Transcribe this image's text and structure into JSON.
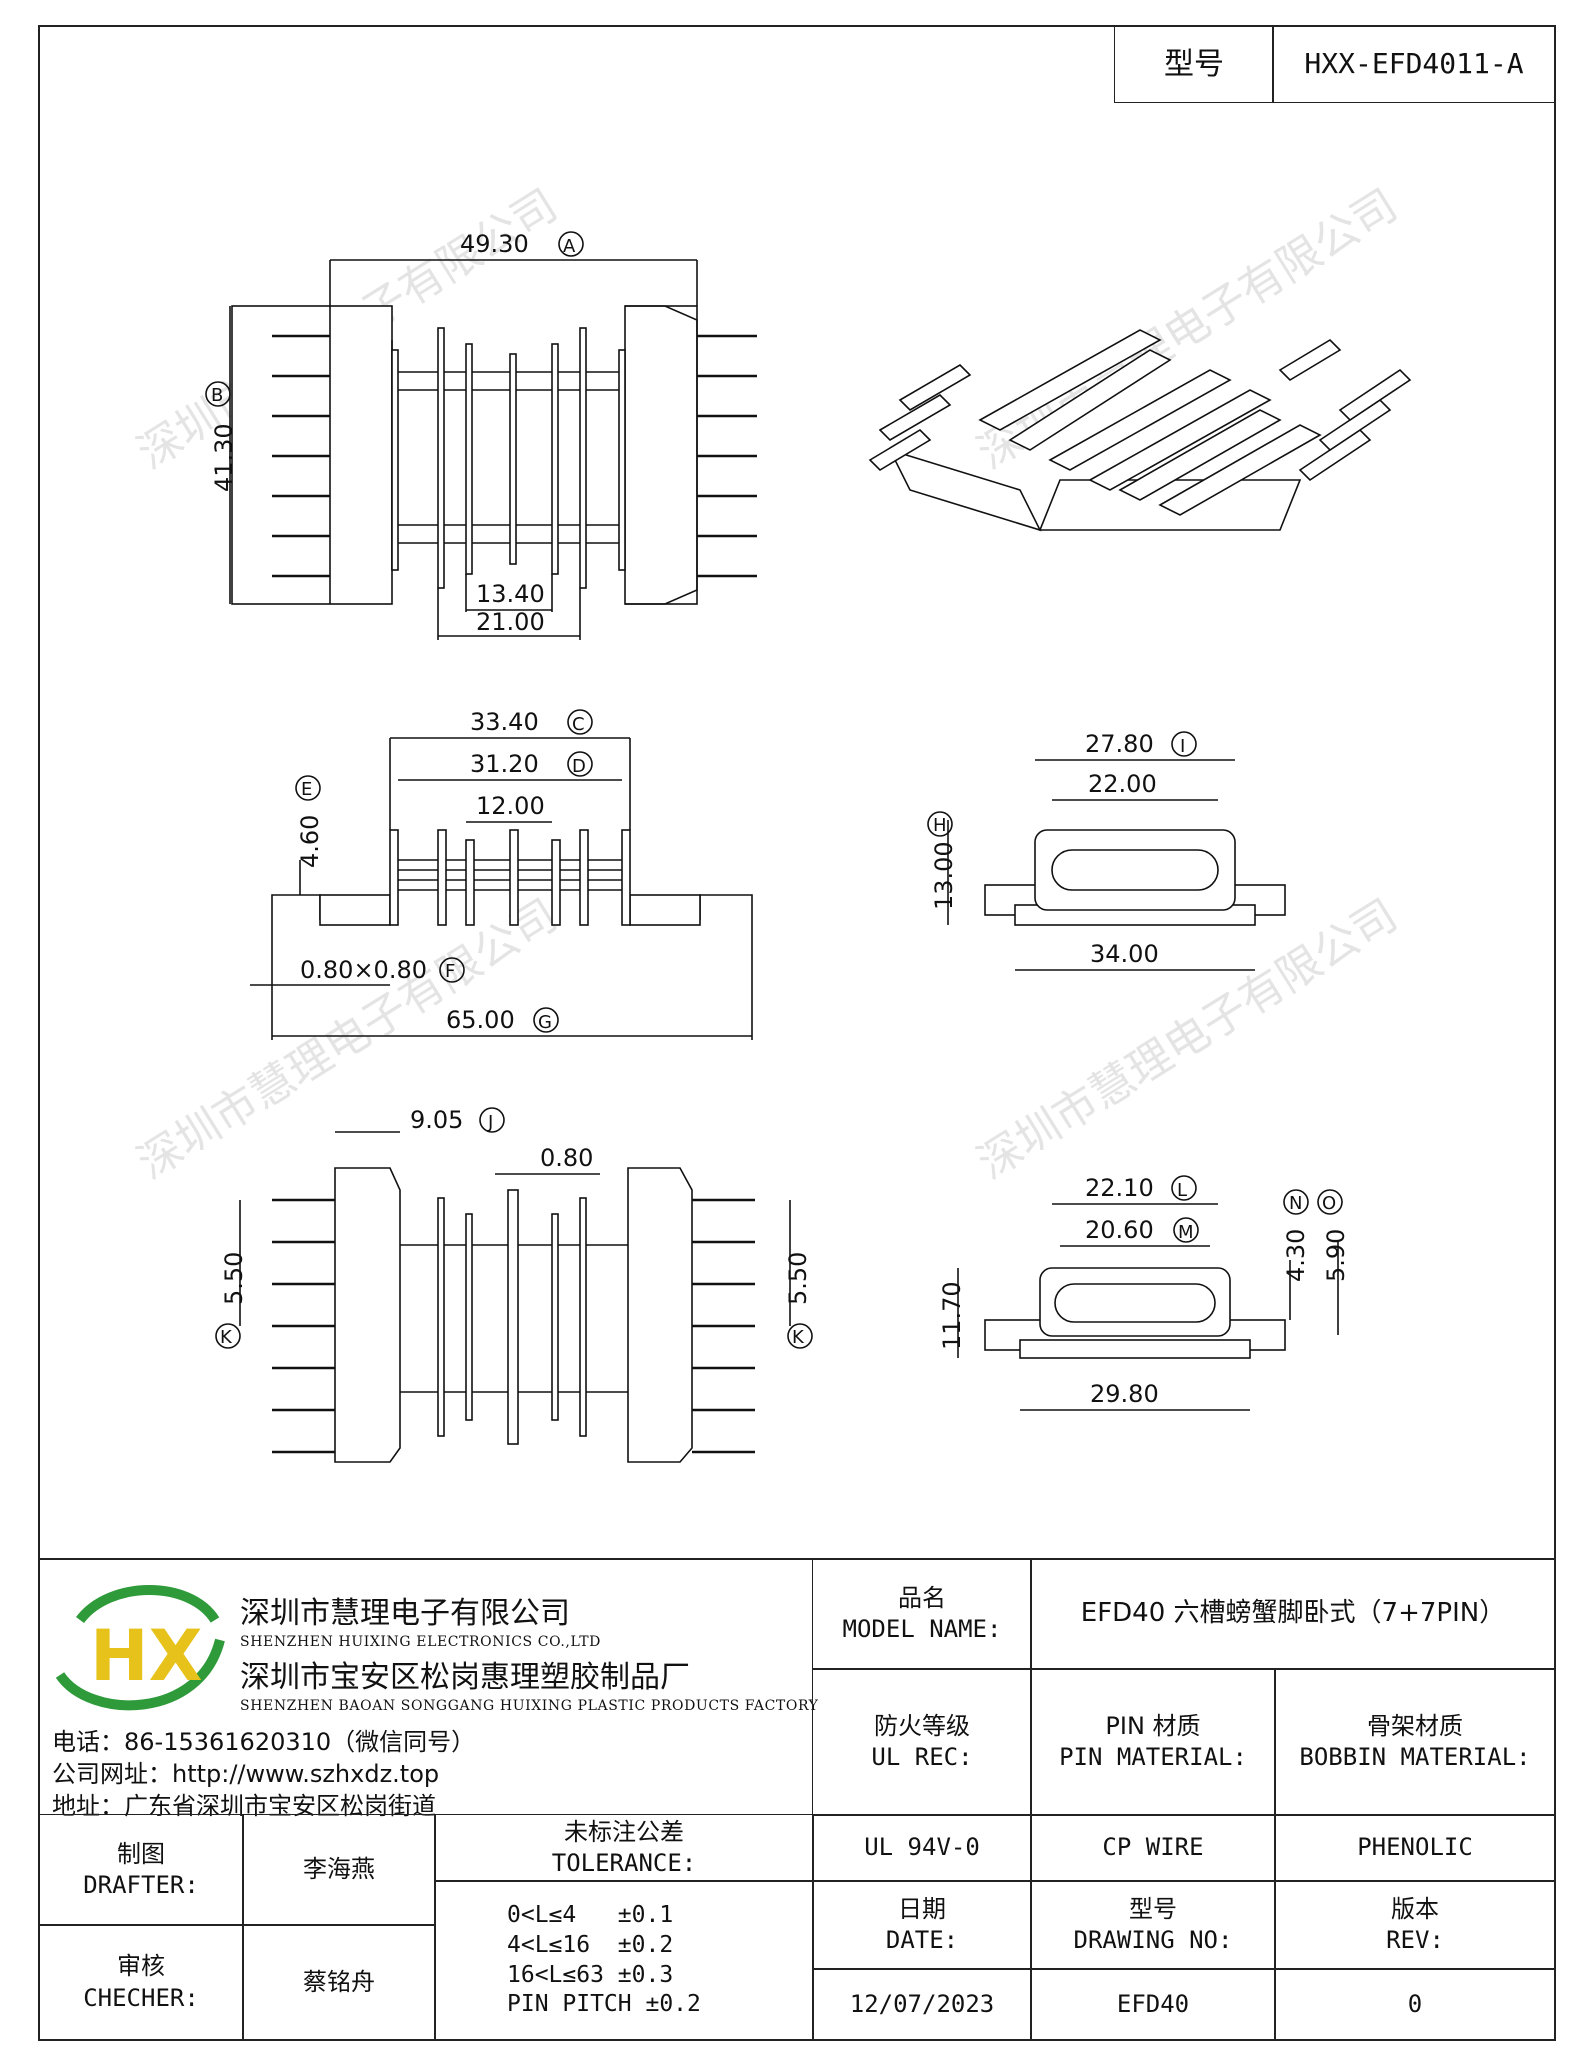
{
  "header": {
    "model_label": "型号",
    "model_value": "HXX-EFD4011-A"
  },
  "watermark": "深圳市慧理电子有限公司",
  "dimensions": {
    "top": {
      "a": "49.30",
      "a_tag": "A",
      "b": "41.30",
      "b_tag": "B",
      "inner": "13.40",
      "base": "21.00"
    },
    "side": {
      "c": "33.40",
      "c_tag": "C",
      "d": "31.20",
      "d_tag": "D",
      "mid": "12.00",
      "e": "4.60",
      "e_tag": "E",
      "f": "0.80×0.80",
      "f_tag": "F",
      "g": "65.00",
      "g_tag": "G"
    },
    "end": {
      "i": "27.80",
      "i_tag": "I",
      "inner": "22.00",
      "h": "13.00",
      "h_tag": "H",
      "base": "34.00"
    },
    "bottom": {
      "j": "9.05",
      "j_tag": "J",
      "slot": "0.80",
      "k": "5.50",
      "k_tag": "K"
    },
    "end2": {
      "l": "22.10",
      "l_tag": "L",
      "m": "20.60",
      "m_tag": "M",
      "n": "4.30",
      "n_tag": "N",
      "o": "5.90",
      "o_tag": "O",
      "h": "11.70",
      "base": "29.80"
    }
  },
  "company": {
    "name1": "深圳市慧理电子有限公司",
    "name1_en": "SHENZHEN HUIXING ELECTRONICS CO.,LTD",
    "name2": "深圳市宝安区松岗惠理塑胶制品厂",
    "name2_en": "SHENZHEN BAOAN SONGGANG HUIXING PLASTIC PRODUCTS FACTORY",
    "phone": "电话：86-15361620310（微信同号）",
    "web": "公司网址：http://www.szhxdz.top",
    "address": "地址：广东省深圳市宝安区松岗街道",
    "logo_letters": "HX",
    "logo_colors": {
      "green": "#2e9a3a",
      "yellow": "#e6c21a"
    }
  },
  "table": {
    "model_name_cn": "品名",
    "model_name_en": "MODEL NAME:",
    "model_name_value": "EFD40 六槽螃蟹脚卧式（7+7PIN）",
    "ul_cn": "防火等级",
    "ul_en": "UL REC:",
    "ul_value": "UL 94V-0",
    "pin_cn": "PIN 材质",
    "pin_en": "PIN MATERIAL:",
    "pin_value": "CP WIRE",
    "bobbin_cn": "骨架材质",
    "bobbin_en": "BOBBIN MATERIAL:",
    "bobbin_value": "PHENOLIC",
    "drafter_cn": "制图",
    "drafter_en": "DRAFTER:",
    "drafter_value": "李海燕",
    "checker_cn": "审核",
    "checker_en": "CHECHER:",
    "checker_value": "蔡铭舟",
    "tol_cn": "未标注公差",
    "tol_en": "TOLERANCE:",
    "tol_lines": [
      "0<L≤4   ±0.1",
      "4<L≤16  ±0.2",
      "16<L≤63 ±0.3",
      "PIN PITCH ±0.2"
    ],
    "date_cn": "日期",
    "date_en": "DATE:",
    "date_value": "12/07/2023",
    "drawing_cn": "型号",
    "drawing_en": "DRAWING NO:",
    "drawing_value": "EFD40",
    "rev_cn": "版本",
    "rev_en": "REV:",
    "rev_value": "0"
  }
}
